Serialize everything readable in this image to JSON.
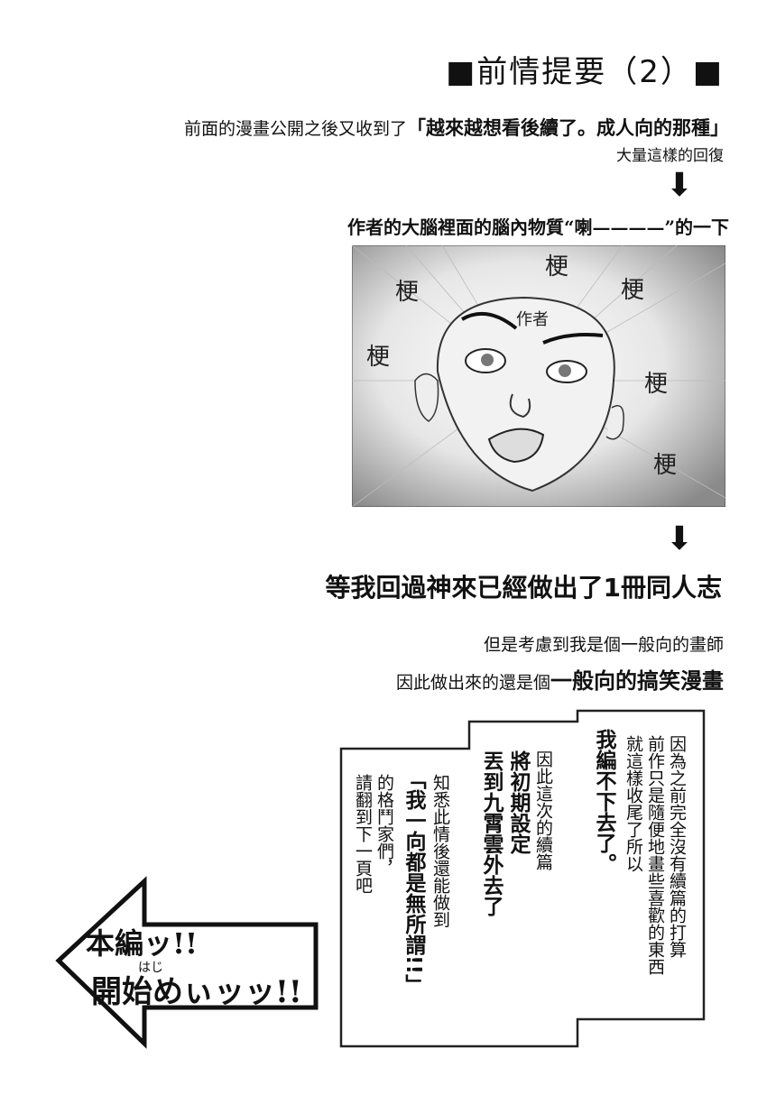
{
  "heading": {
    "title": "■前情提要（2）■"
  },
  "intro": {
    "prefix": "前面的漫畫公開之後又收到了",
    "quote": "「越來越想看後續了。成人向的那種」",
    "suffix": "大量這樣的回復"
  },
  "arrows": {
    "down": "⬇"
  },
  "brain_line": "作者的大腦裡面的腦內物質“喇————”的一下",
  "scene": {
    "author_label": "作者",
    "sfx": [
      "梗",
      "梗",
      "梗",
      "梗",
      "梗",
      "梗"
    ]
  },
  "result_line": "等我回過神來已經做出了1冊同人志",
  "note1": "但是考慮到我是個一般向的畫師",
  "note2": {
    "prefix": "因此做出來的還是個",
    "emph": "一般向的搞笑漫畫"
  },
  "box": {
    "col1": "因為之前完全沒有續篇的打算",
    "col2": "前作只是隨便地畫些喜歡的東西",
    "col3": "就這樣收尾了所以",
    "col4": "我編不下去了。",
    "col5": "因此這次的續篇",
    "col6": "將初期設定",
    "col7": "丟到九霄雲外去了",
    "col8": "知悉此情後還能做到",
    "col9": "「我一向都是無所謂!!」",
    "col10": "的格鬥家們，",
    "col11": "請翻到下一頁吧"
  },
  "sign": {
    "line1": "本編ッ!!",
    "ruby": "はじ",
    "line2": "開始めぃッッ!!"
  }
}
